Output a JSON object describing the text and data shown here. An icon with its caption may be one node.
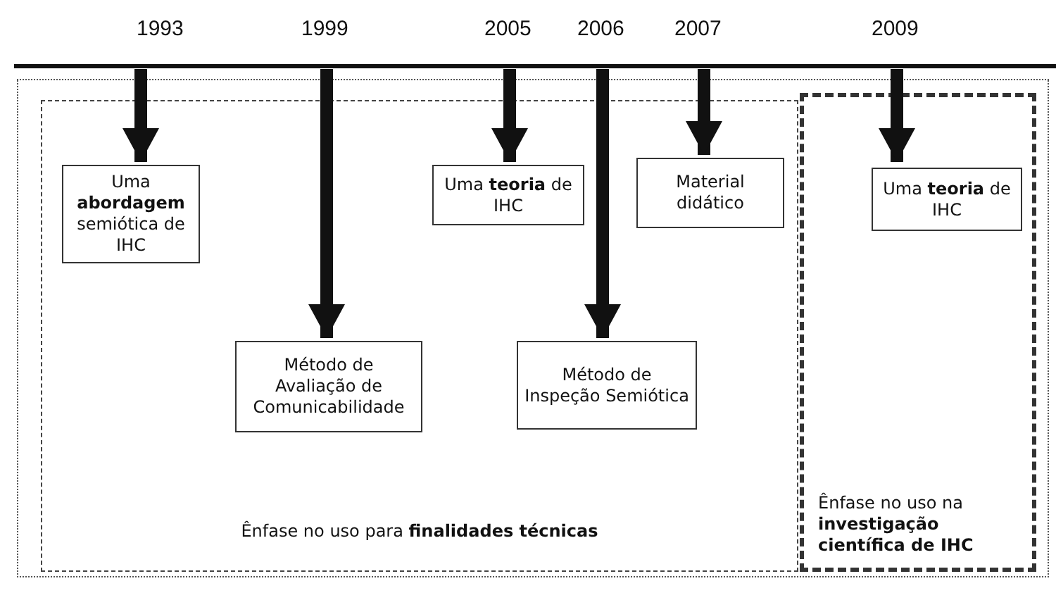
{
  "diagram": {
    "nodes": [
      {
        "text": [],
        "shape": "box"
      },
      {
        "text": [
          "Ênfase no uso para **finalidades técnicas**"
        ],
        "in": 0
      },
      {
        "text": [
          "Ênfase no uso na **investigação científica de IHC**"
        ],
        "in": 0
      },
      {
        "text": [
          "Uma **abordagem** semiótica de IHC"
        ],
        "in": 1
      },
      {
        "text": [
          "Método de Avaliação de Comunicabilidade"
        ],
        "in": 1
      },
      {
        "text": [
          "Uma **teoria** de IHC"
        ],
        "in": 1
      },
      {
        "text": [
          "Método de Inspeção Semiótica"
        ],
        "in": 1
      },
      {
        "text": [
          "Material didático"
        ],
        "in": 1
      },
      {
        "text": [
          "Uma **teoria** de IHC"
        ],
        "in": 2
      }
    ],
    "edges": [
      {
        "from": null,
        "to": 3,
        "arrow": "to"
      },
      {
        "from": null,
        "to": 4,
        "arrow": "to"
      },
      {
        "from": null,
        "to": 5,
        "arrow": "to"
      },
      {
        "from": null,
        "to": 6,
        "arrow": "to"
      },
      {
        "from": null,
        "to": 7,
        "arrow": "to"
      },
      {
        "from": null,
        "to": 8,
        "arrow": "to"
      }
    ],
    "labels": [
      "1993",
      "1999",
      "2005",
      "2006",
      "2007",
      "2009"
    ]
  }
}
